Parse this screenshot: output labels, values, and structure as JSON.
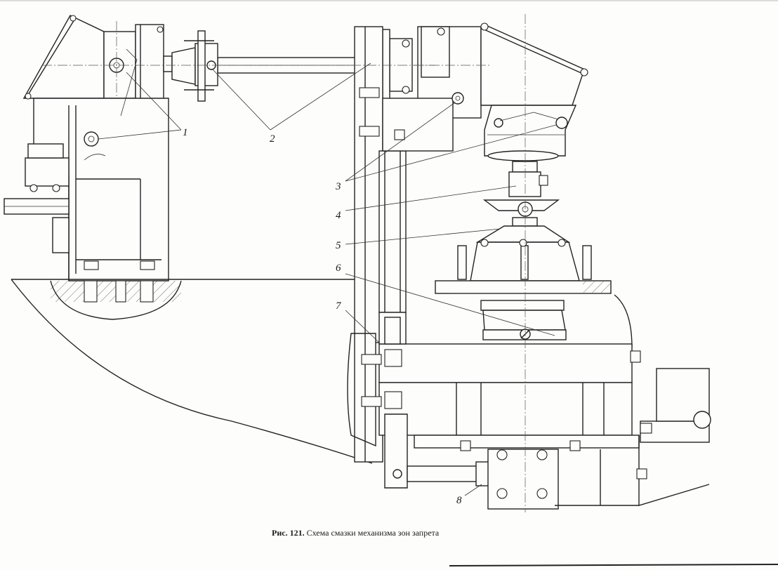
{
  "caption": {
    "number": "Рис. 121.",
    "text": "Схема смазки механизма зон запрета"
  },
  "callouts": [
    {
      "id": "1",
      "label": "1"
    },
    {
      "id": "2",
      "label": "2"
    },
    {
      "id": "3",
      "label": "3"
    },
    {
      "id": "4",
      "label": "4"
    },
    {
      "id": "5",
      "label": "5"
    },
    {
      "id": "6",
      "label": "6"
    },
    {
      "id": "7",
      "label": "7"
    },
    {
      "id": "8",
      "label": "8"
    }
  ]
}
